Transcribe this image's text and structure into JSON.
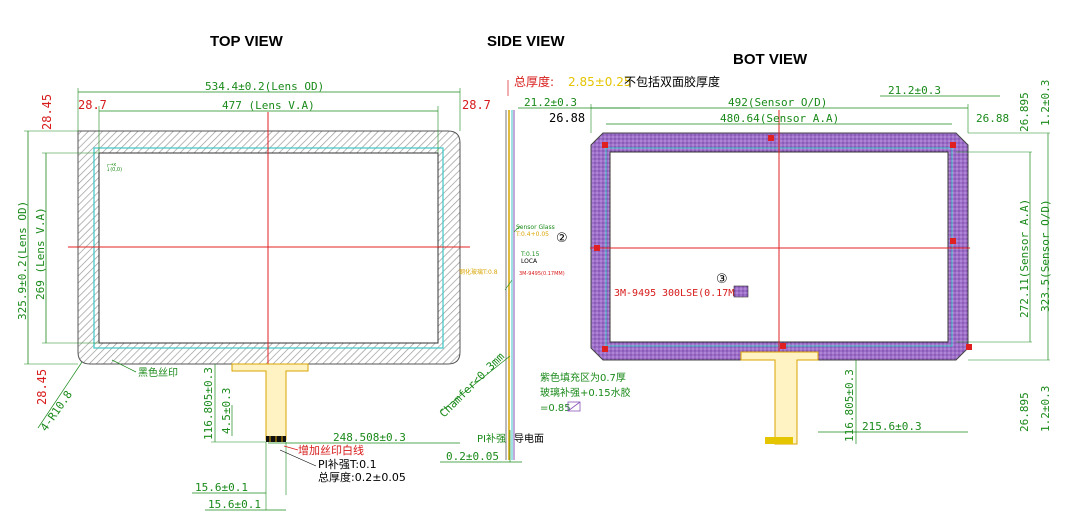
{
  "views": {
    "top": "TOP VIEW",
    "side": "SIDE VIEW",
    "bot": "BOT VIEW"
  },
  "top_view": {
    "lens_od_w": "534.4±0.2(Lens OD)",
    "lens_va_w": "477 (Lens V.A)",
    "margin_left": "28.7",
    "margin_right": "28.7",
    "margin_top": "28.45",
    "margin_bottom": "28.45",
    "lens_od_h": "325.9±0.2(Lens OD)",
    "lens_va_h": "269 (Lens V.A)",
    "corner_r": "4-R10.8",
    "black_silk": "黑色丝印",
    "tail_len": "116.805±0.3",
    "tail_seg": "4.5±0.3",
    "tail_offset": "248.508±0.3",
    "tail_w1": "15.6±0.1",
    "tail_w2": "15.6±0.1",
    "note_red": "增加丝印白线",
    "note_pi": "PI补强T:0.1",
    "note_total": "总厚度:0.2±0.05"
  },
  "side_view": {
    "total_label": "总厚度:",
    "total_value": "2.85±0.25",
    "total_suffix": "不包括双面胶厚度",
    "dim_21": "21.2±0.3",
    "sensor_glass": "Sensor Glass",
    "sensor_glass_t": "T:0.4+0.05",
    "t015": "T:0.15",
    "loca": "LOCA",
    "cover_glass": "钢化玻璃T:0.8",
    "tape": "3M-9495(0.17MM)",
    "chamfer": "Chamfer<0.3mm",
    "pi_rib": "PI补强",
    "cond": "导电面",
    "bottom_dim": "0.2±0.05",
    "circle2": "②"
  },
  "bot_view": {
    "sensor_od_w": "492(Sensor O/D)",
    "sensor_aa_w": "480.64(Sensor A.A)",
    "dim_212": "21.2±0.3",
    "left_gap": "26.88",
    "right_gap": "26.88",
    "top_gap": "26.895",
    "bot_gap": "26.895",
    "side_top": "1.2±0.3",
    "side_bot": "1.2±0.3",
    "aa_h": "272.11(Sensor A.A)",
    "od_h": "323.5(Sensor O/D)",
    "tail_len": "116.805±0.3",
    "tail_off": "215.6±0.3",
    "tape_label": "3M-9495",
    "tape_desc": "300LSE(0.17MM)",
    "circle3": "③",
    "note1": "紫色填充区为0.7厚",
    "note2": "玻璃补强+0.15水胶",
    "note3": "=0.85"
  },
  "colors": {
    "green": "#1a8a1a",
    "red": "#d81b1b",
    "purple": "#8a55b8",
    "cyan": "#3cc7c7",
    "gold": "#d9a400"
  }
}
